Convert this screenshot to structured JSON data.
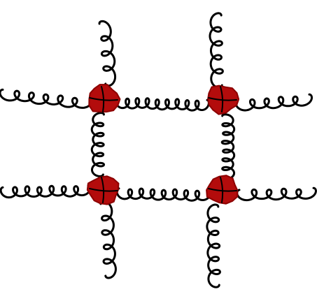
{
  "diagram": {
    "kind": "gluon-lattice",
    "spring_color": "#000000",
    "vertex_color": "#b30c0c",
    "vertex_edge_color": "#8c0000",
    "background": "#ffffff",
    "grid": {
      "rows": 2,
      "columns": 2
    },
    "vertices": [
      {
        "id": "top-left",
        "row": 0,
        "col": 0
      },
      {
        "id": "top-right",
        "row": 0,
        "col": 1
      },
      {
        "id": "bottom-left",
        "row": 1,
        "col": 0
      },
      {
        "id": "bottom-right",
        "row": 1,
        "col": 1
      }
    ],
    "springs": [
      {
        "id": "h-top-left-arm",
        "orientation": "horizontal",
        "coils": 6
      },
      {
        "id": "h-top-middle",
        "orientation": "horizontal",
        "coils": 9
      },
      {
        "id": "h-top-right-arm",
        "orientation": "horizontal",
        "coils": 5
      },
      {
        "id": "h-bottom-left-arm",
        "orientation": "horizontal",
        "coils": 7
      },
      {
        "id": "h-bottom-middle",
        "orientation": "horizontal",
        "coils": 8
      },
      {
        "id": "h-bottom-right-arm",
        "orientation": "horizontal",
        "coils": 5
      },
      {
        "id": "v-left-top-arm",
        "orientation": "vertical",
        "coils": 4
      },
      {
        "id": "v-left-middle",
        "orientation": "vertical",
        "coils": 6
      },
      {
        "id": "v-left-bottom-arm",
        "orientation": "vertical",
        "coils": 5
      },
      {
        "id": "v-right-top-arm",
        "orientation": "vertical",
        "coils": 5
      },
      {
        "id": "v-right-middle",
        "orientation": "vertical",
        "coils": 7
      },
      {
        "id": "v-right-bottom-arm",
        "orientation": "vertical",
        "coils": 6
      }
    ]
  }
}
